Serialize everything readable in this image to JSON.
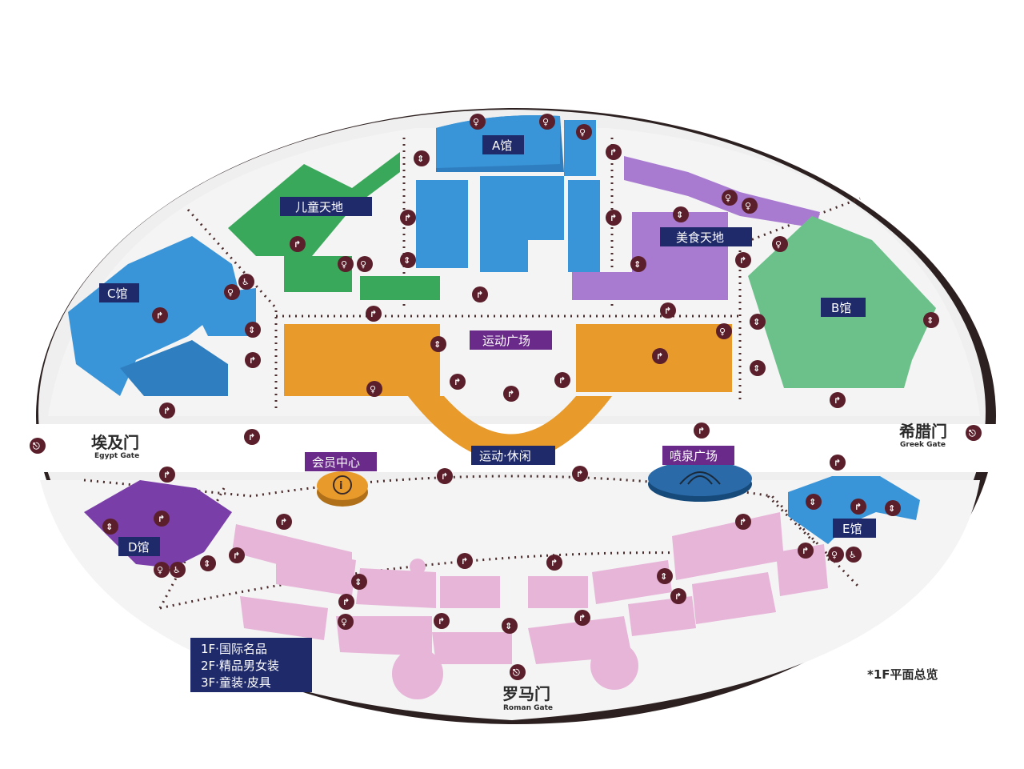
{
  "halls": {
    "a": "A馆",
    "b": "B馆",
    "c": "C馆",
    "d": "D馆",
    "e": "E馆"
  },
  "zones": {
    "kids": "儿童天地",
    "food": "美食天地",
    "sports_plaza": "运动广场",
    "sports_leisure": "运动·休闲",
    "member_center": "会员中心",
    "fountain_plaza": "喷泉广场"
  },
  "gates": {
    "egypt_cn": "埃及门",
    "egypt_en": "Egypt Gate",
    "greek_cn": "希腊门",
    "greek_en": "Greek Gate",
    "roman_cn": "罗马门",
    "roman_en": "Roman Gate"
  },
  "legend": {
    "line1": "1F·国际名品",
    "line2": "2F·精品男女装",
    "line3": "3F·童装·皮具"
  },
  "overview_note": "*1F平面总览",
  "colors": {
    "hall_a": "#3a8fd0",
    "hall_b": "#6cc18a",
    "hall_c": "#3a8fd0",
    "hall_d": "#7a3ea8",
    "hall_e": "#3a8fd0",
    "kids": "#3aa85a",
    "food": "#a87bd0",
    "sports": "#e89a2a",
    "roman_shops": "#e6b5d8",
    "label_bg_dark": "#1f2a6b",
    "label_bg_purple": "#6a2a8a",
    "pin": "#5a1f2a",
    "ground": "#eeeeee",
    "border": "#3a2a2a"
  },
  "icons": {
    "direction": "direction-arrow-icon",
    "restroom": "restroom-icon",
    "elevator": "elevator-icon",
    "accessible": "wheelchair-icon",
    "info": "info-icon",
    "exit": "exit-icon"
  }
}
